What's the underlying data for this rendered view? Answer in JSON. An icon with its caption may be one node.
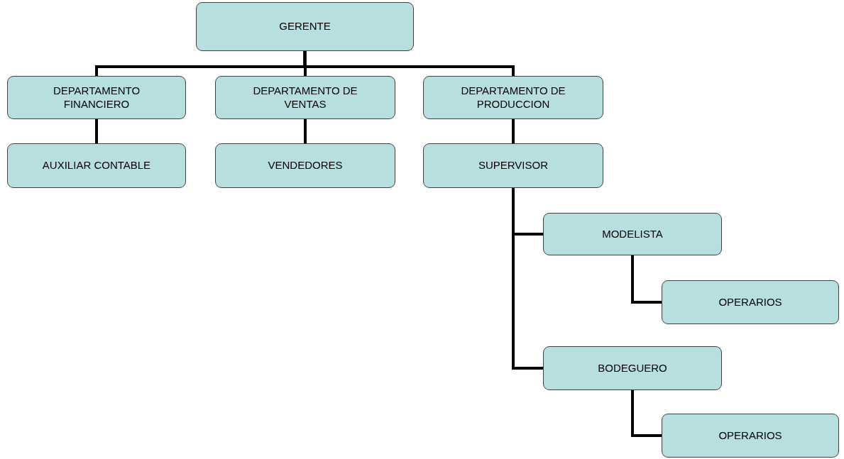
{
  "diagram": {
    "nodes": [
      {
        "text": [
          "GERENTE"
        ]
      },
      {
        "text": [
          "DEPARTAMENTO FINANCIERO"
        ]
      },
      {
        "text": [
          "DEPARTAMENTO DE VENTAS"
        ]
      },
      {
        "text": [
          "DEPARTAMENTO DE PRODUCCION"
        ]
      },
      {
        "text": [
          "AUXILIAR CONTABLE"
        ]
      },
      {
        "text": [
          "VENDEDORES"
        ]
      },
      {
        "text": [
          "SUPERVISOR"
        ]
      },
      {
        "text": [
          "MODELISTA"
        ]
      },
      {
        "text": [
          "OPERARIOS"
        ]
      },
      {
        "text": [
          "BODEGUERO"
        ]
      },
      {
        "text": [
          "OPERARIOS"
        ]
      }
    ],
    "edges": [
      {
        "from": 0,
        "to": 1,
        "arrow": "none"
      },
      {
        "from": 0,
        "to": 2,
        "arrow": "none"
      },
      {
        "from": 0,
        "to": 3,
        "arrow": "none"
      },
      {
        "from": 1,
        "to": 4,
        "arrow": "none"
      },
      {
        "from": 2,
        "to": 5,
        "arrow": "none"
      },
      {
        "from": 3,
        "to": 6,
        "arrow": "none"
      },
      {
        "from": 6,
        "to": 7,
        "arrow": "none"
      },
      {
        "from": 7,
        "to": 8,
        "arrow": "none"
      },
      {
        "from": 6,
        "to": 9,
        "arrow": "none"
      },
      {
        "from": 9,
        "to": 10,
        "arrow": "none"
      }
    ]
  }
}
